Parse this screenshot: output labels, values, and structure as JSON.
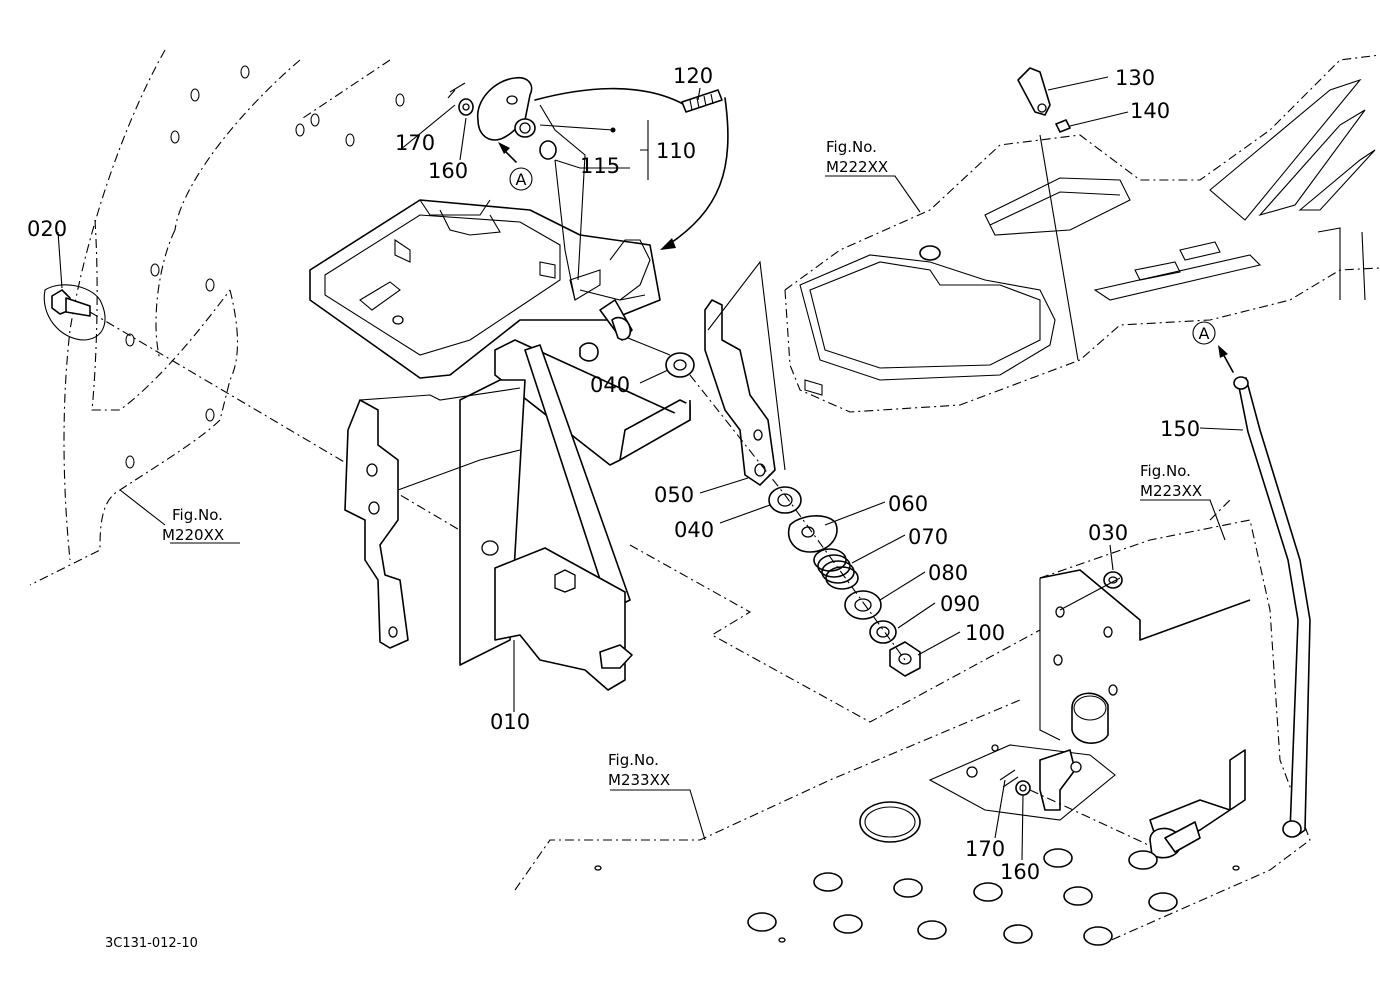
{
  "labels": {
    "p010": "010",
    "p020": "020",
    "p030": "030",
    "p040a": "040",
    "p040b": "040",
    "p050": "050",
    "p060": "060",
    "p070": "070",
    "p080": "080",
    "p090": "090",
    "p100": "100",
    "p110": "110",
    "p115": "115",
    "p120": "120",
    "p130": "130",
    "p140": "140",
    "p150": "150",
    "p160a": "160",
    "p160b": "160",
    "p170a": "170",
    "p170b": "170"
  },
  "refs": {
    "m220_a": "Fig.No.",
    "m220_b": "M220XX",
    "m222_a": "Fig.No.",
    "m222_b": "M222XX",
    "m223_a": "Fig.No.",
    "m223_b": "M223XX",
    "m233_a": "Fig.No.",
    "m233_b": "M233XX"
  },
  "marker_a": "A",
  "marker_a2": "A",
  "drawing_code": "3C131-012-10"
}
